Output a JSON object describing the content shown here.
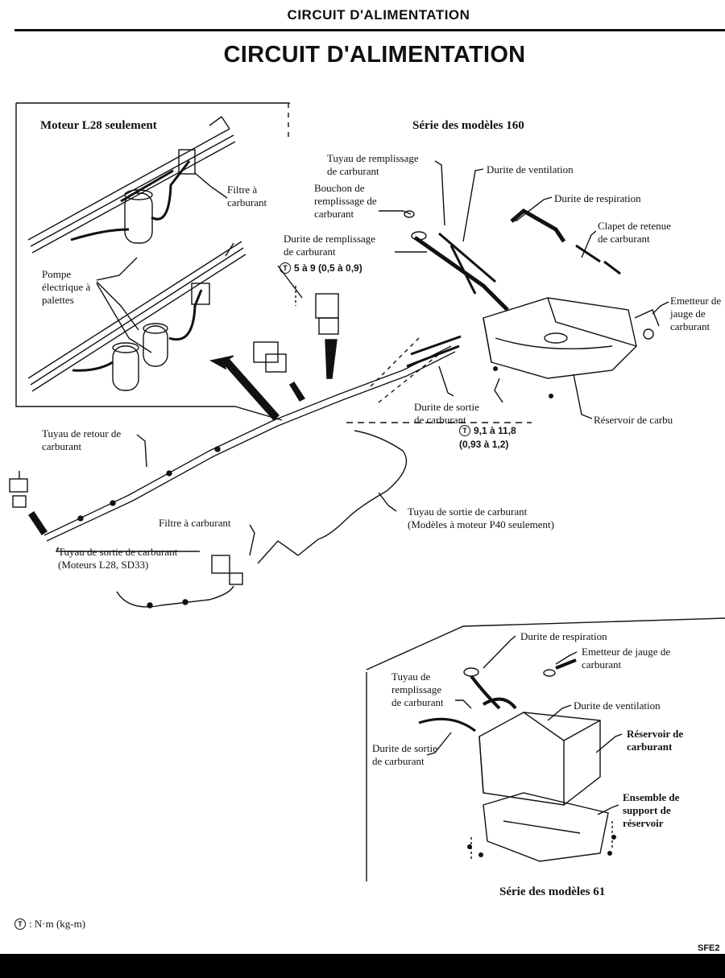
{
  "header": {
    "running_title": "CIRCUIT D'ALIMENTATION"
  },
  "page_title": "CIRCUIT D'ALIMENTATION",
  "inset": {
    "title": "Moteur L28 seulement",
    "filter_label": "Filtre à\ncarburant",
    "pump_label": "Pompe\nélectrique à\npalettes"
  },
  "series160": {
    "title": "Série des modèles 160",
    "filler_pipe": "Tuyau de remplissage\nde carburant",
    "filler_cap": "Bouchon de\nremplissage de\ncarburant",
    "vent_hose": "Durite de ventilation",
    "breather_hose": "Durite de respiration",
    "check_valve": "Clapet de retenue\nde carburant",
    "filler_hose": "Durite de remplissage\nde carburant",
    "torque1": "5 à 9 (0,5 à 0,9)",
    "gauge_unit": "Emetteur de\njauge de\ncarburant",
    "outlet_hose": "Durite de sortie\nde carburant",
    "torque2": "9,1 à 11,8\n(0,93 à 1,2)",
    "tank": "Réservoir de carbu"
  },
  "lines": {
    "return_pipe": "Tuyau de retour de\ncarburant",
    "fuel_filter": "Filtre à carburant",
    "outlet_p40": "Tuyau de sortie de carburant\n(Modèles à moteur P40 seulement)",
    "outlet_l28": "Tuyau de sortie de carburant\n(Moteurs L28, SD33)"
  },
  "series61": {
    "title": "Série des modèles 61",
    "breather_hose": "Durite de respiration",
    "gauge_unit": "Emetteur de jauge de\ncarburant",
    "filler_pipe": "Tuyau de\nremplissage\nde carburant",
    "vent_hose": "Durite de ventilation",
    "outlet_hose": "Durite de sortie\nde carburant",
    "tank": "Réservoir de\ncarburant",
    "support": "Ensemble de\nsupport de\nréservoir"
  },
  "legend": {
    "torque_symbol": "T",
    "units": ": N·m (kg-m)"
  },
  "footer": {
    "code": "SFE2"
  }
}
